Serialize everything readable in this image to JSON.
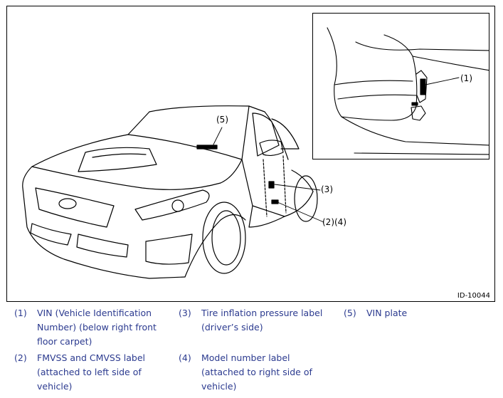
{
  "callouts": {
    "c1": "(1)",
    "c3": "(3)",
    "c5": "(5)",
    "c24": "(2)(4)"
  },
  "figure_id": "ID-10044",
  "legend": [
    {
      "num": "(1)",
      "lines": [
        "VIN (Vehicle Identification",
        "Number) (below right front",
        "floor carpet)"
      ]
    },
    {
      "num": "(2)",
      "lines": [
        "FMVSS and CMVSS label",
        "(attached to left side of",
        "vehicle)"
      ]
    },
    {
      "num": "(3)",
      "lines": [
        "Tire inflation pressure label",
        "(driver’s side)"
      ]
    },
    {
      "num": "(4)",
      "lines": [
        "Model number label",
        "(attached to right side of",
        "vehicle)"
      ]
    },
    {
      "num": "(5)",
      "lines": [
        "VIN plate"
      ]
    }
  ],
  "colors": {
    "legend_text": "#2b3a8f",
    "line_art": "#000000"
  }
}
